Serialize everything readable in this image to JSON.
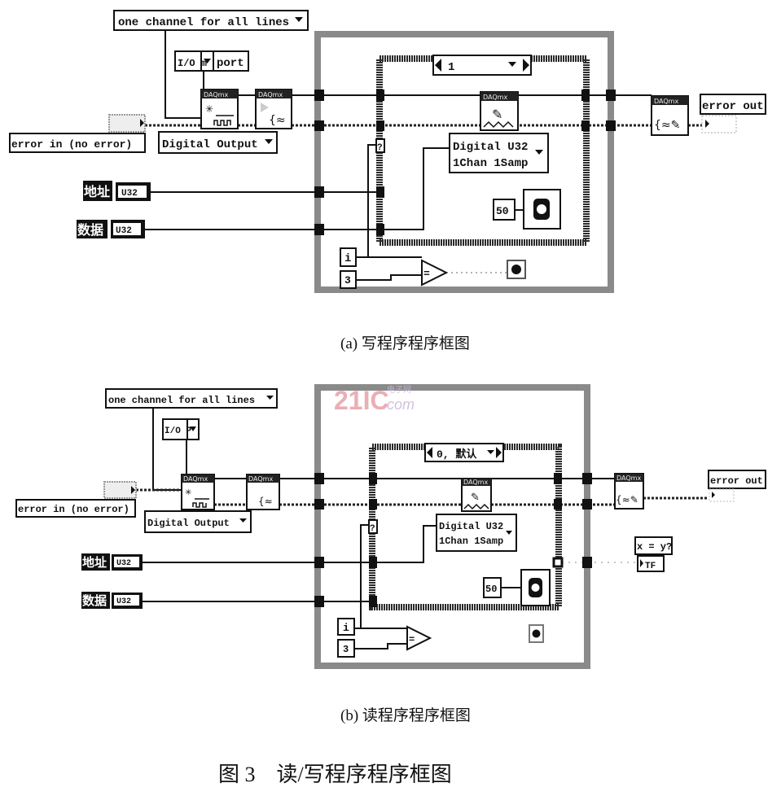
{
  "panel_a": {
    "channel_mode": "one channel for all lines",
    "io_type": "I/O m",
    "io_port_label": "port",
    "daqmx_label": "DAQmx",
    "error_in_label": "error in (no error)",
    "task_type": "Digital Output",
    "address_label": "地址",
    "data_label": "数据",
    "u32": "U32",
    "case_selector": "1",
    "write_mode_line1": "Digital U32",
    "write_mode_line2": "1Chan 1Samp",
    "wait_ms": "50",
    "iteration": "i",
    "compare_value": "3",
    "compare_op": "=",
    "case_terminal": "?",
    "error_out_label": "error out",
    "caption": "(a)  写程序程序框图"
  },
  "panel_b": {
    "channel_mode": "one channel for all lines",
    "io_type": "I/O P",
    "daqmx_label": "DAQmx",
    "error_in_label": "error in (no error)",
    "task_type": "Digital Output",
    "address_label": "地址",
    "data_label": "数据",
    "u32": "U32",
    "case_selector": "0, 默认",
    "write_mode_line1": "Digital U32",
    "write_mode_line2": "1Chan 1Samp",
    "wait_ms": "50",
    "iteration": "i",
    "compare_value": "3",
    "compare_op": "=",
    "case_terminal": "?",
    "error_out_label": "error out",
    "compare_out_label": "x = y?",
    "bool_indicator": "TF",
    "caption": "(b)  读程序程序框图"
  },
  "watermark": {
    "brand": "21IC",
    "sub": "电子网",
    "domain": ".com",
    "color": "#e8a0a8"
  },
  "figure_title": "图 3    读/写程序程序框图"
}
